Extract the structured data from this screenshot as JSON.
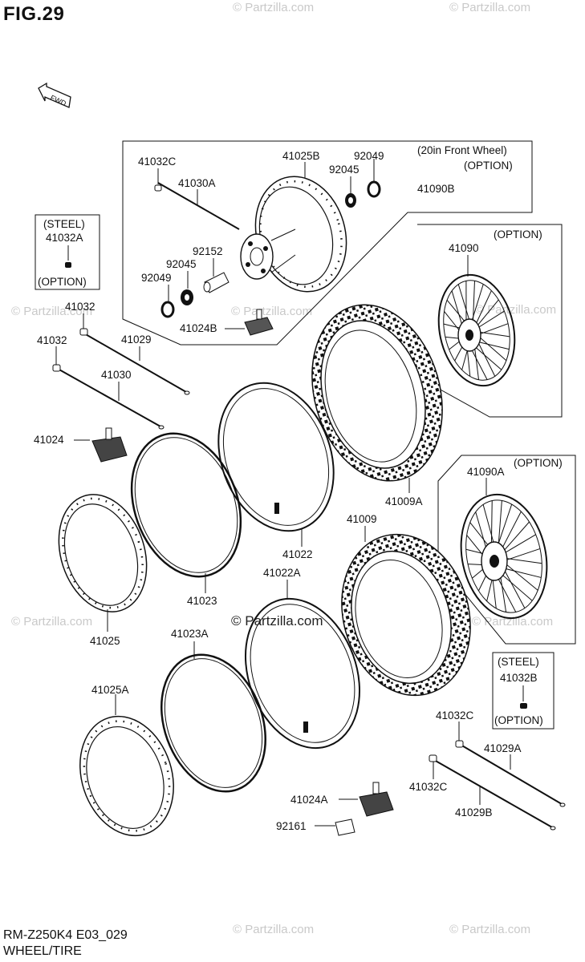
{
  "header": {
    "title": "FIG.29"
  },
  "footer": {
    "code": "RM-Z250K4 E03_029",
    "caption": "WHEEL/TIRE"
  },
  "fwd_label": "FWD",
  "watermark": "© Partzilla.com",
  "watermark_center": "© Partzilla.com",
  "labels": {
    "l41032C_top": "41032C",
    "l41030A": "41030A",
    "l41025B": "41025B",
    "l92049_top": "92049",
    "l92045_top": "92045",
    "l20in": "(20in Front Wheel)",
    "l20in_opt": "(OPTION)",
    "l41090B": "41090B",
    "l92152": "92152",
    "l92045_mid": "92045",
    "l92049_mid": "92049",
    "l41024B": "41024B",
    "steel1": "(STEEL)",
    "l41032A": "41032A",
    "opt1": "(OPTION)",
    "l41032_a": "41032",
    "l41032_b": "41032",
    "l41029": "41029",
    "l41030": "41030",
    "l41024": "41024",
    "l41090_opt": "(OPTION)",
    "l41090": "41090",
    "l41009A": "41009A",
    "l41090A_opt": "(OPTION)",
    "l41090A": "41090A",
    "l41009": "41009",
    "l41022": "41022",
    "l41022A": "41022A",
    "l41023": "41023",
    "l41025": "41025",
    "l41023A": "41023A",
    "l41025A": "41025A",
    "steel2": "(STEEL)",
    "l41032B": "41032B",
    "opt2": "(OPTION)",
    "l41032C_r1": "41032C",
    "l41029A": "41029A",
    "l41032C_r2": "41032C",
    "l41029B": "41029B",
    "l41024A": "41024A",
    "l92161": "92161"
  }
}
